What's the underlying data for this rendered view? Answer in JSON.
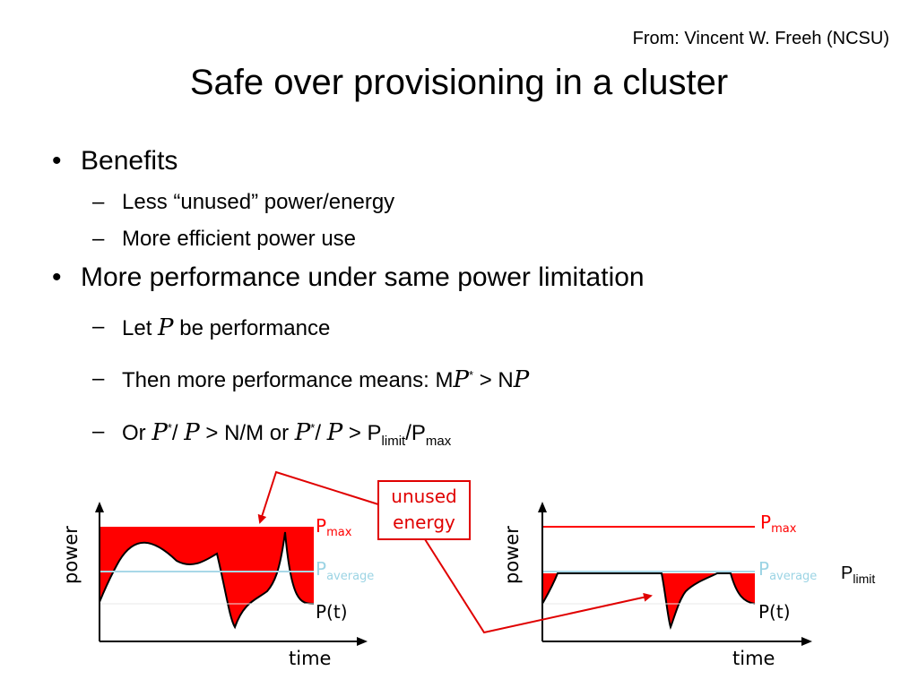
{
  "credit": "From: Vincent W. Freeh (NCSU)",
  "title": "Safe over provisioning in a cluster",
  "bullets": [
    {
      "text": "Benefits",
      "subs": [
        "Less “unused” power/energy",
        "More efficient power use"
      ]
    },
    {
      "text": "More performance under same power limitation",
      "subs": {
        "let_pre": "Let",
        "let_sym": "P",
        "let_post": "be performance",
        "then_pre": "Then more performance means: M",
        "then_sym": "P",
        "then_star": "*",
        "then_mid": " > N",
        "then_sym2": "P",
        "or_pre": "Or",
        "or_sym1": "P",
        "or_star1": "*",
        "or_slash1": "/",
        "or_sym2": "P",
        "or_mid": " > N/M or",
        "or_sym3": "P",
        "or_star2": "*",
        "or_slash2": "/",
        "or_sym4": "P",
        "or_gt": " > P",
        "or_limit": "limit",
        "or_slash3": "/P",
        "or_max": "max"
      }
    }
  ],
  "callout": {
    "line1": "unused",
    "line2": "energy"
  },
  "left_plot": {
    "ylabel": "power",
    "xlabel": "time",
    "pmax_p": "P",
    "pmax_sub": "max",
    "pavg_p": "P",
    "pavg_sub": "average",
    "pt": "P(t)"
  },
  "right_plot": {
    "ylabel": "power",
    "xlabel": "time",
    "pmax_p": "P",
    "pmax_sub": "max",
    "pavg_p": "P",
    "pavg_sub": "average",
    "plimit_p": "P",
    "plimit_sub": "limit",
    "pt": "P(t)"
  },
  "colors": {
    "fill": "#ff0000",
    "average": "#a8d8e8",
    "callout": "#e00000",
    "pavg_text": "#9cd4e4"
  }
}
